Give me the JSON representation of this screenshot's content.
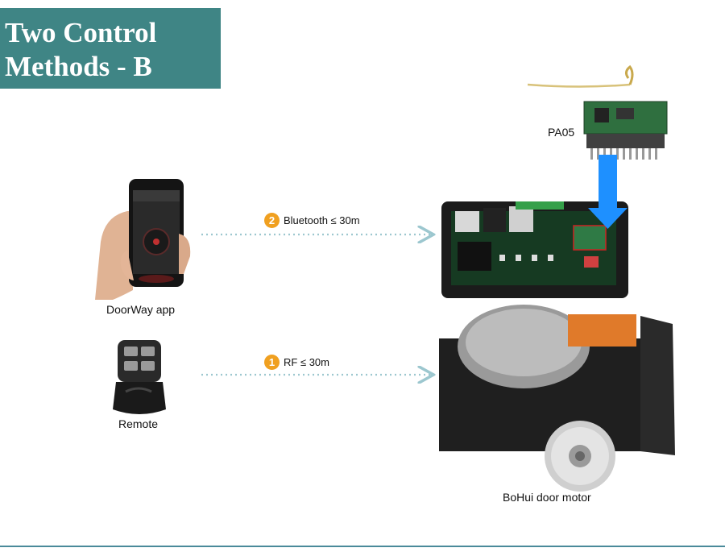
{
  "title": {
    "line1": "Two Control",
    "line2": "Methods - B"
  },
  "labels": {
    "module": "PA05",
    "app": "DoorWay app",
    "remote": "Remote",
    "motor": "BoHui door motor"
  },
  "connections": [
    {
      "badge": "2",
      "text": "Bluetooth ≤ 30m"
    },
    {
      "badge": "1",
      "text": "RF ≤ 30m"
    }
  ],
  "colors": {
    "title_bg": "#3f8585",
    "badge_bg": "#f0a020",
    "dotted_arrow": "#9cc7cf",
    "down_arrow": "#1e90ff",
    "bottom_line": "#4a8a9a"
  }
}
